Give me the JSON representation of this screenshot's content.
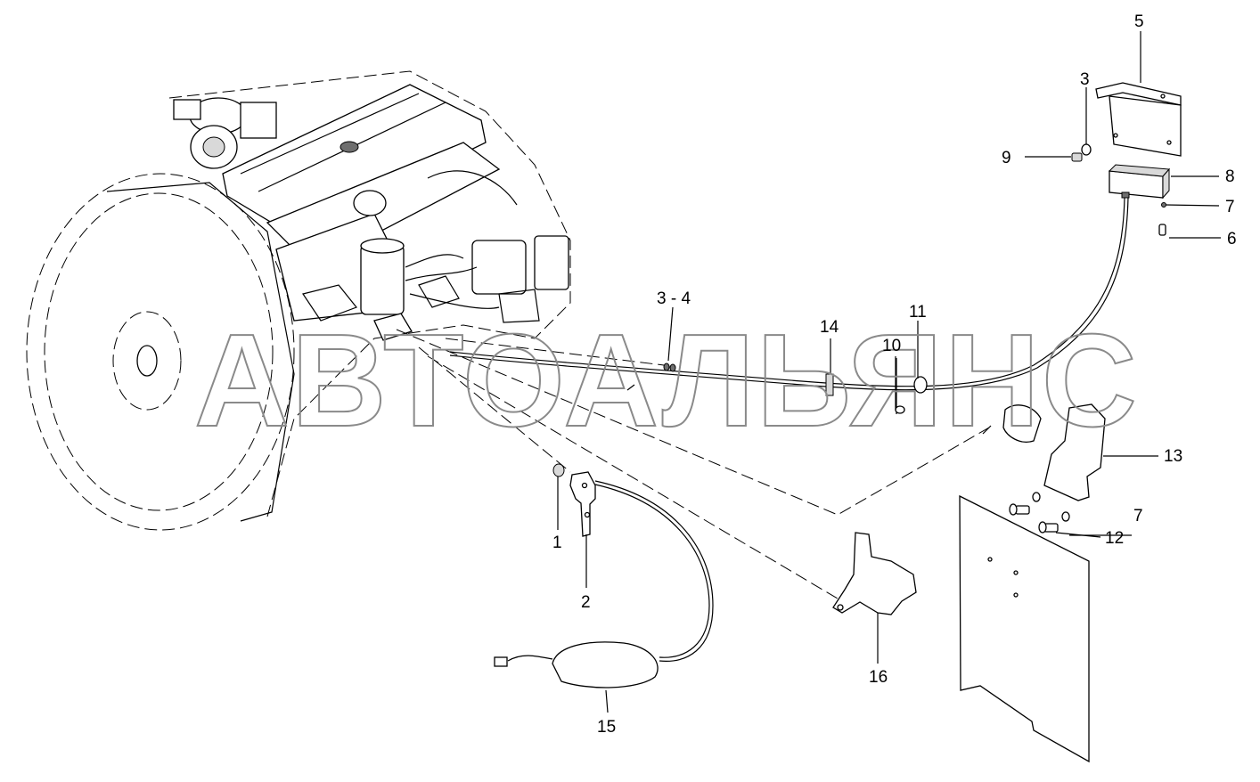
{
  "watermark": "АВТОАЛЬЯНС",
  "callouts": {
    "c1": "1",
    "c2": "2",
    "c3a": "3",
    "c34": "3 - 4",
    "c5": "5",
    "c6": "6",
    "c7a": "7",
    "c7b": "7",
    "c8": "8",
    "c9": "9",
    "c10": "10",
    "c11": "11",
    "c12": "12",
    "c13": "13",
    "c14": "14",
    "c15": "15",
    "c16": "16"
  },
  "colors": {
    "line": "#000000",
    "watermark": "#8a8a8a",
    "fill_gray": "#d9d9d9",
    "fill_dark": "#6e6e6e"
  }
}
